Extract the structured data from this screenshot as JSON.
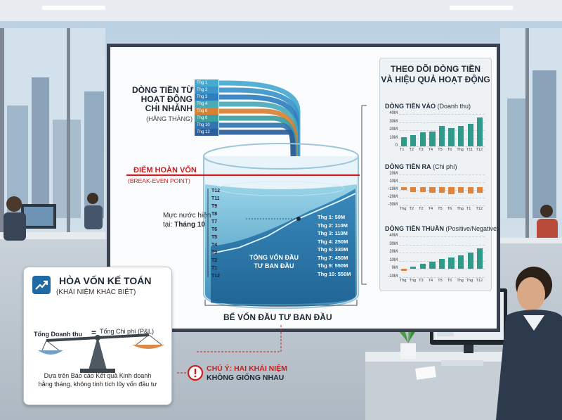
{
  "inflow": {
    "title_lines": [
      "DÒNG TIỀN TỪ",
      "HOẠT ĐỘNG",
      "CHI NHÁNH"
    ],
    "subtitle": "(HẰNG THÁNG)",
    "months": [
      "Thg 1",
      "Thg 2",
      "Thg 3",
      "Thg 4",
      "Thg 6",
      "Thg 8",
      "Thg 10",
      "Thg 12"
    ],
    "colors": [
      "#46a9d1",
      "#3b95c8",
      "#2f7fbf",
      "#4aaab8",
      "#d98034",
      "#3aa0a0",
      "#3274b0",
      "#2c5f9a"
    ]
  },
  "breakeven": {
    "label": "ĐIỂM HOÀN VỐN",
    "sublabel": "(BREAK-EVEN POINT)"
  },
  "tank": {
    "levels": [
      "T12",
      "T11",
      "T9",
      "T8",
      "T7",
      "T6",
      "T5",
      "T4",
      "T3",
      "T2",
      "T1",
      "T12"
    ],
    "current_level_label": "Mực nước hiện",
    "current_level_prefix": "tại:",
    "current_level_value": "Tháng 10",
    "inner_label_lines": [
      "TỔNG VỐN ĐẦU",
      "TƯ BAN ĐẦU"
    ],
    "cumulative": [
      "Thg 1:  50M",
      "Thg 2: 110M",
      "Thg 3: 110M",
      "Thg 4: 250M",
      "Thg 6: 330M",
      "Thg 7: 450M",
      "Thg 9: 550M",
      "Thg 10: 550M"
    ],
    "footer": "BỂ VỐN ĐẦU TƯ BAN ĐẦU"
  },
  "panel": {
    "title_lines": [
      "THEO DÕI DÒNG TIỀN",
      "VÀ HIỆU QUẢ HOẠT ĐỘNG"
    ]
  },
  "chart_data": [
    {
      "type": "bar",
      "title": "DÒNG TIỀN VÀO",
      "subtitle": "(Doanh thu)",
      "categories": [
        "T1",
        "T2",
        "T3",
        "T4",
        "T5",
        "T6",
        "Thg",
        "T11",
        "T12"
      ],
      "values": [
        11,
        14,
        17,
        18,
        25,
        23,
        25,
        28,
        36
      ],
      "yticks": [
        "40M",
        "30M",
        "20M",
        "10M",
        "0"
      ],
      "ylim": [
        0,
        40
      ],
      "color": "#2f9a8a"
    },
    {
      "type": "bar",
      "title": "DÒNG TIỀN RA",
      "subtitle": "(Chi phí)",
      "categories": [
        "Thg",
        "T2",
        "T2",
        "T4",
        "T5",
        "T6",
        "Thg",
        "T1",
        "T12"
      ],
      "values": [
        -5,
        -8,
        -8,
        -10,
        -10,
        -12,
        -10,
        -11,
        -10
      ],
      "yticks": [
        "20M",
        "10M",
        "-10M",
        "-20M",
        "-30M"
      ],
      "ylim": [
        -30,
        20
      ],
      "color": "#e0843c"
    },
    {
      "type": "bar",
      "title": "DÒNG TIỀN THUẦN",
      "subtitle": "(Positive/Negative)",
      "categories": [
        "Thg",
        "Thg",
        "T3",
        "T4",
        "T5",
        "T6",
        "Thg",
        "Thg",
        "T12"
      ],
      "values": [
        -2,
        3,
        6,
        9,
        12,
        14,
        17,
        20,
        25
      ],
      "yticks": [
        "40M",
        "30M",
        "20M",
        "10M",
        "0M",
        "-10M"
      ],
      "ylim": [
        -10,
        40
      ],
      "color": "#2f9a8a"
    }
  ],
  "info": {
    "title": "HÒA VỐN KẾ TOÁN",
    "subtitle": "(KHÁI NIỆM KHÁC BIỆT)",
    "left": "Tổng Doanh thu",
    "eq": "=",
    "right": "Tổng Chi phí (P&L)",
    "note_lines": [
      "Dựa trên Báo cáo Kết quả Kinh doanh",
      "hằng tháng, không tính tích lũy vốn đầu tư"
    ]
  },
  "warning": {
    "lines": [
      "CHÚ Ý: HAI KHÁI NIỆM",
      "KHÔNG GIỐNG NHAU"
    ],
    "icon": "warning-icon"
  }
}
